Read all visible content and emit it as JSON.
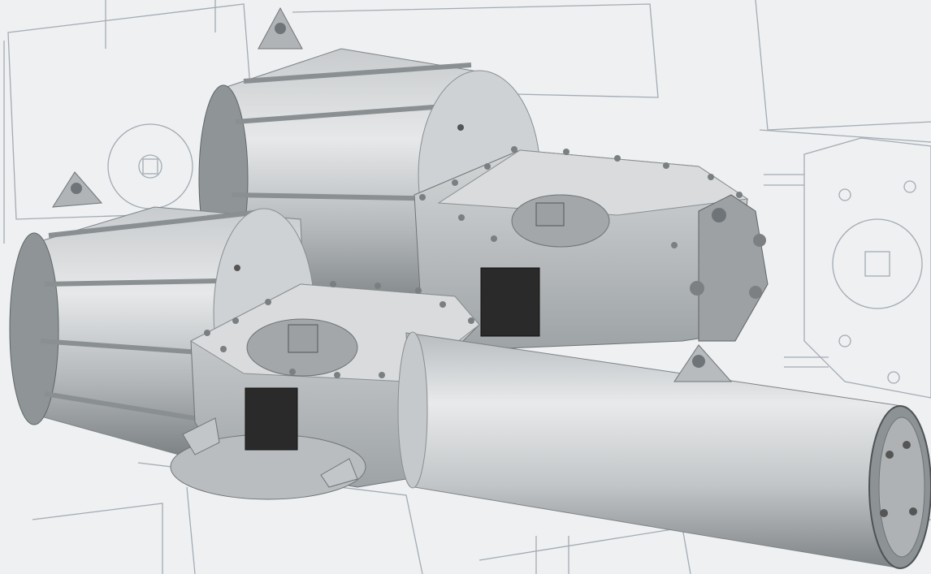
{
  "scene": {
    "description_hidden": "",
    "colors": {
      "background": "#eef0f2",
      "blueprint_line": "#9aa3ab",
      "metal_light": "#d9dbdc",
      "metal_mid": "#a9adb0",
      "metal_dark": "#6f7478",
      "metal_shadow": "#4e5356",
      "plate": "#2a2a2a"
    },
    "objects": [
      {
        "name": "actuator-rear",
        "kind": "scotch-yoke-pneumatic-actuator"
      },
      {
        "name": "actuator-front",
        "kind": "scotch-yoke-pneumatic-actuator"
      },
      {
        "name": "blueprint-background",
        "kind": "technical-drawing"
      }
    ]
  }
}
